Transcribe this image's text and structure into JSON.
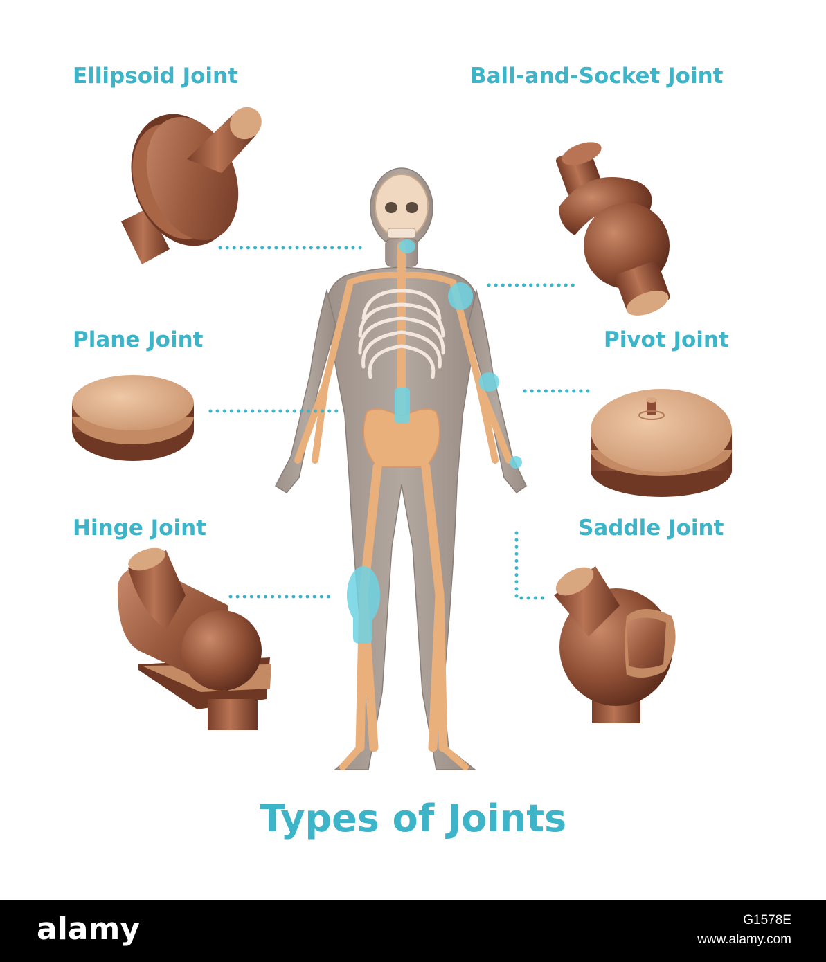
{
  "labels": {
    "ellipsoid": "Ellipsoid Joint",
    "ball_socket": "Ball-and-Socket Joint",
    "plane": "Plane Joint",
    "pivot": "Pivot Joint",
    "hinge": "Hinge Joint",
    "saddle": "Saddle Joint"
  },
  "title": "Types of Joints",
  "watermark": {
    "brand": "alamy",
    "image_code": "G1578E",
    "site": "www.alamy.com"
  },
  "colors": {
    "accent": "#3eb4c8",
    "joint_highlight": "#6fd3e3",
    "model_brown": "#8a4a33",
    "model_tan": "#d9a77f",
    "body": "#a89c94",
    "bone": "#eab07c"
  }
}
